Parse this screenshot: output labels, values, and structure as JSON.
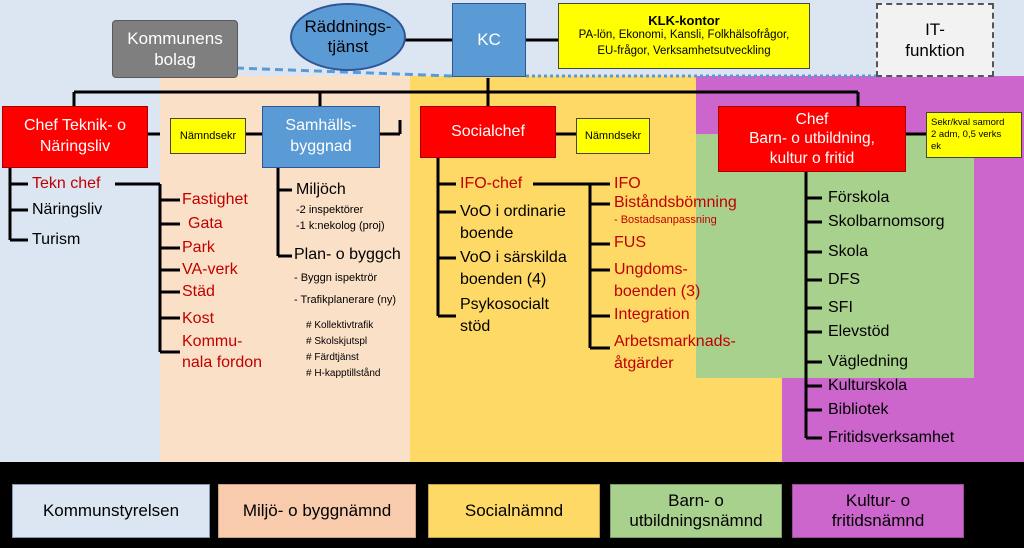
{
  "top": {
    "raddning": "Räddnings-\ntjänst",
    "kc": "KC",
    "klk_title": "KLK-kontor",
    "klk_body": "PA-lön, Ekonomi, Kansli, Folkhälsofrågor,\nEU-frågor, Verksamhetsutveckling",
    "it": "IT-\nfunktion",
    "bolag": "Kommunens\nbolag"
  },
  "chefs": {
    "teknik": "Chef Teknik- o\nNäringsliv",
    "namndsekr1": "Nämndsekr",
    "samhall": "Samhälls-\nbyggnad",
    "social": "Socialchef",
    "namndsekr2": "Nämndsekr",
    "barn": "Chef\nBarn- o utbildning,\nkultur o fritid",
    "sekr": "Sekr/kval samord\n2 adm, 0,5 verks\nek"
  },
  "teknik_items": [
    "Tekn chef",
    "Näringsliv",
    "Turism"
  ],
  "teknik_sub": [
    "Fastighet",
    "Gata",
    "Park",
    "VA-verk",
    "Städ",
    "Kost",
    "Kommu-\nnala fordon"
  ],
  "samhall_items": {
    "miljo": "Miljöch",
    "miljo_sub": "-2 inspektörer\n-1 k:nekolog (proj)",
    "plan": "Plan- o byggch",
    "bygg": "- Byggn ispektrör",
    "trafik": "- Trafikplanerare (ny)",
    "trafik_sub": "# Kollektivtrafik\n# Skolskjutspl\n# Färdtjänst\n# H-kapptillstånd"
  },
  "social_items": {
    "ifo_chef": "IFO-chef",
    "voo1": "VoO i ordinarie\nboende",
    "voo2": "VoO i särskilda\nboenden (4)",
    "psyk": "Psykosocialt\nstöd"
  },
  "ifo_sub": {
    "ifo": "IFO",
    "bist": "Biståndsbömning",
    "bostad": "- Bostadsanpassning",
    "fus": "FUS",
    "ungdom": "Ungdoms-\nboenden (3)",
    "integration": "Integration",
    "arbete": "Arbetsmarknads-\nåtgärder"
  },
  "barn_items": [
    "Förskola",
    "Skolbarnomsorg",
    "Skola",
    "DFS",
    "SFI",
    "Elevstöd",
    "Vägledning"
  ],
  "kultur_items": [
    "Kulturskola",
    "Bibliotek",
    "Fritidsverksamhet"
  ],
  "legend": [
    "Kommunstyrelsen",
    "Miljö- o byggnämnd",
    "Socialnämnd",
    "Barn- o\nutbildningsnämnd",
    "Kultur- o\nfritidsnämnd"
  ],
  "colors": {
    "ks": "#dce6f2",
    "miljo": "#fbe0c8",
    "social": "#ffd966",
    "barn": "#a9d18e",
    "kultur": "#cc66cc",
    "chef_red": "#ff0000",
    "blue": "#5b9bd5",
    "yellow": "#ffff00",
    "grey": "#7f7f7f",
    "text_red": "#c00000"
  }
}
